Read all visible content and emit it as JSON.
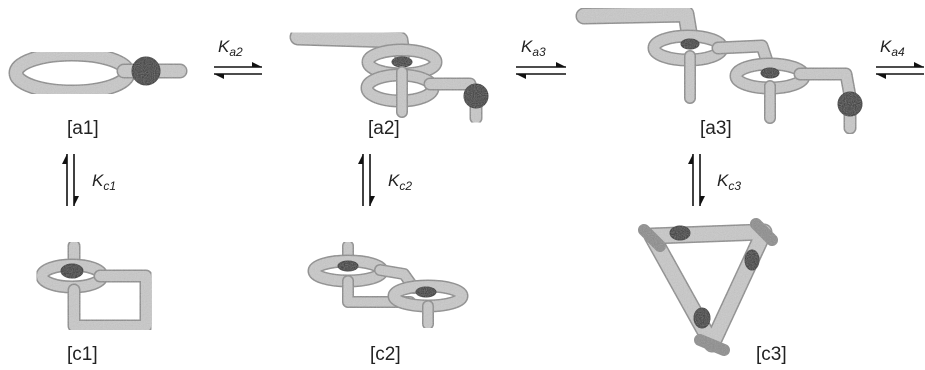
{
  "species": {
    "a1": {
      "label": "[a1]"
    },
    "a2": {
      "label": "[a2]"
    },
    "a3": {
      "label": "[a3]"
    },
    "c1": {
      "label": "[c1]"
    },
    "c2": {
      "label": "[c2]"
    },
    "c3": {
      "label": "[c3]"
    }
  },
  "constants": {
    "Ka2": {
      "main": "K",
      "sub": "a2"
    },
    "Ka3": {
      "main": "K",
      "sub": "a3"
    },
    "Ka4": {
      "main": "K",
      "sub": "a4"
    },
    "Kc1": {
      "main": "K",
      "sub": "c1"
    },
    "Kc2": {
      "main": "K",
      "sub": "c2"
    },
    "Kc3": {
      "main": "K",
      "sub": "c3"
    }
  },
  "colors": {
    "rope": "#c9c9c9",
    "rope_edge": "#8a8a8a",
    "bead": "#2a2a2a"
  }
}
